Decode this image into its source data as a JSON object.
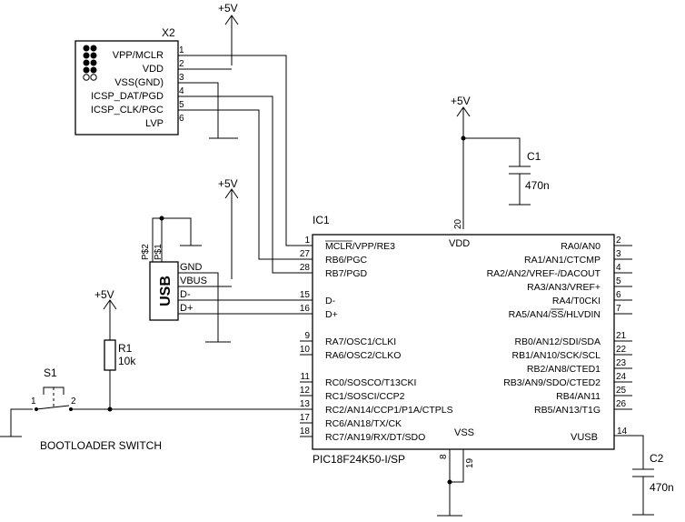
{
  "supply_label": "+5V",
  "header": {
    "ref": "X2",
    "pins": [
      {
        "num": "1",
        "name": "VPP/MCLR"
      },
      {
        "num": "2",
        "name": "VDD"
      },
      {
        "num": "3",
        "name": "VSS(GND)"
      },
      {
        "num": "4",
        "name": "ICSP_DAT/PGD"
      },
      {
        "num": "5",
        "name": "ICSP_CLK/PGC"
      },
      {
        "num": "6",
        "name": "LVP"
      }
    ]
  },
  "usb": {
    "label": "USB",
    "shield_labels": [
      "P$2",
      "P$1"
    ],
    "pins": [
      "GND",
      "VBUS",
      "D-",
      "D+"
    ]
  },
  "ic": {
    "ref": "IC1",
    "part": "PIC18F24K50-I/SP",
    "vdd": {
      "num": "20",
      "name": "VDD"
    },
    "vss": {
      "name": "VSS",
      "nums": [
        "8",
        "19"
      ]
    },
    "vusb": {
      "num": "14",
      "name": "VUSB"
    },
    "left_pins": [
      {
        "num": "1",
        "name": "MCLR/VPP/RE3"
      },
      {
        "num": "27",
        "name": "RB6/PGC"
      },
      {
        "num": "28",
        "name": "RB7/PGD"
      },
      {
        "num": "15",
        "name": "D-"
      },
      {
        "num": "16",
        "name": "D+"
      },
      {
        "num": "9",
        "name": "RA7/OSC1/CLKI"
      },
      {
        "num": "10",
        "name": "RA6/OSC2/CLKO"
      },
      {
        "num": "11",
        "name": "RC0/SOSCO/T13CKI"
      },
      {
        "num": "12",
        "name": "RC1/SOSCI/CCP2"
      },
      {
        "num": "13",
        "name": "RC2/AN14/CCP1/P1A/CTPLS"
      },
      {
        "num": "17",
        "name": "RC6/AN18/TX/CK"
      },
      {
        "num": "18",
        "name": "RC7/AN19/RX/DT/SDO"
      }
    ],
    "right_pins": [
      {
        "num": "2",
        "name": "RA0/AN0"
      },
      {
        "num": "3",
        "name": "RA1/AN1/CTCMP"
      },
      {
        "num": "4",
        "name": "RA2/AN2/VREF-/DACOUT"
      },
      {
        "num": "5",
        "name": "RA3/AN3/VREF+"
      },
      {
        "num": "6",
        "name": "RA4/T0CKI"
      },
      {
        "num": "7",
        "name": "RA5/AN4/SS/HLVDIN"
      },
      {
        "num": "21",
        "name": "RB0/AN12/SDI/SDA"
      },
      {
        "num": "22",
        "name": "RB1/AN10/SCK/SCL"
      },
      {
        "num": "23",
        "name": "RB2/AN8/CTED1"
      },
      {
        "num": "24",
        "name": "RB3/AN9/SDO/CTED2"
      },
      {
        "num": "25",
        "name": "RB4/AN11"
      },
      {
        "num": "26",
        "name": "RB5/AN13/T1G"
      }
    ]
  },
  "c1": {
    "ref": "C1",
    "value": "470n"
  },
  "c2": {
    "ref": "C2",
    "value": "470n"
  },
  "r1": {
    "ref": "R1",
    "value": "10k"
  },
  "s1": {
    "ref": "S1",
    "pin1": "1",
    "pin2": "2"
  },
  "bootloader_label": "BOOTLOADER SWITCH"
}
